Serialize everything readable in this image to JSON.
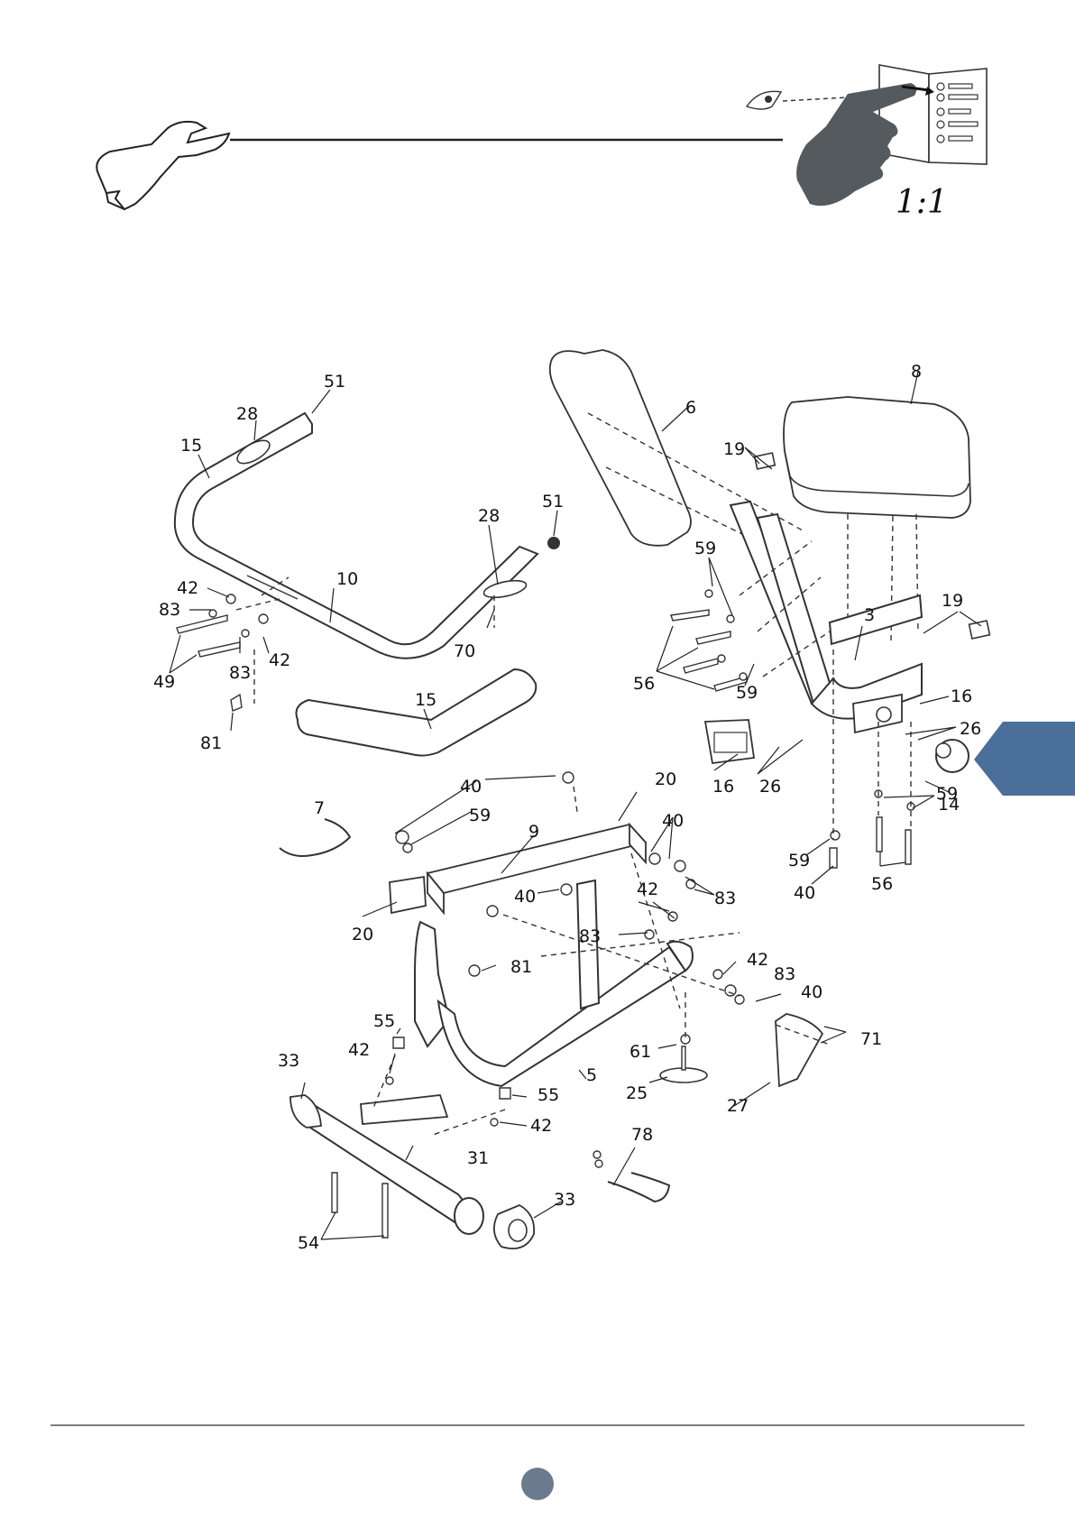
{
  "header": {
    "tool_icon": "wrench-icon",
    "check_icon": "hand-pointing-parts-list-icon",
    "scale_text": "1:1"
  },
  "diagram": {
    "labels": {
      "p51a": "51",
      "p28a": "28",
      "p15a": "15",
      "p42a": "42",
      "p83a": "83",
      "p10": "10",
      "p49": "49",
      "p83b": "83",
      "p42b": "42",
      "p81a": "81",
      "p28b": "28",
      "p51b": "51",
      "p70": "70",
      "p15b": "15",
      "p6": "6",
      "p8": "8",
      "p19a": "19",
      "p59a": "59",
      "p56a": "56",
      "p59b": "59",
      "p3": "3",
      "p19b": "19",
      "p16a": "16",
      "p16b": "16",
      "p26a": "26",
      "p26b": "26",
      "p14": "14",
      "p59c": "59",
      "p59d": "59",
      "p40a": "40",
      "p56b": "56",
      "p7": "7",
      "p40b": "40",
      "p59e": "59",
      "p9": "9",
      "p20a": "20",
      "p40c": "40",
      "p40d": "40",
      "p42c": "42",
      "p83c": "83",
      "p20b": "20",
      "p83d": "83",
      "p81b": "81",
      "p42d": "42",
      "p83e": "83",
      "p40e": "40",
      "p71": "71",
      "p55a": "55",
      "p42e": "42",
      "p5": "5",
      "p61": "61",
      "p25": "25",
      "p27": "27",
      "p33a": "33",
      "p55b": "55",
      "p42f": "42",
      "p78": "78",
      "p31": "31",
      "p33b": "33",
      "p54": "54"
    }
  },
  "side_tab": {
    "color": "#4a6f9a"
  },
  "footer": {
    "page_badge_color": "#6b7a8e"
  }
}
